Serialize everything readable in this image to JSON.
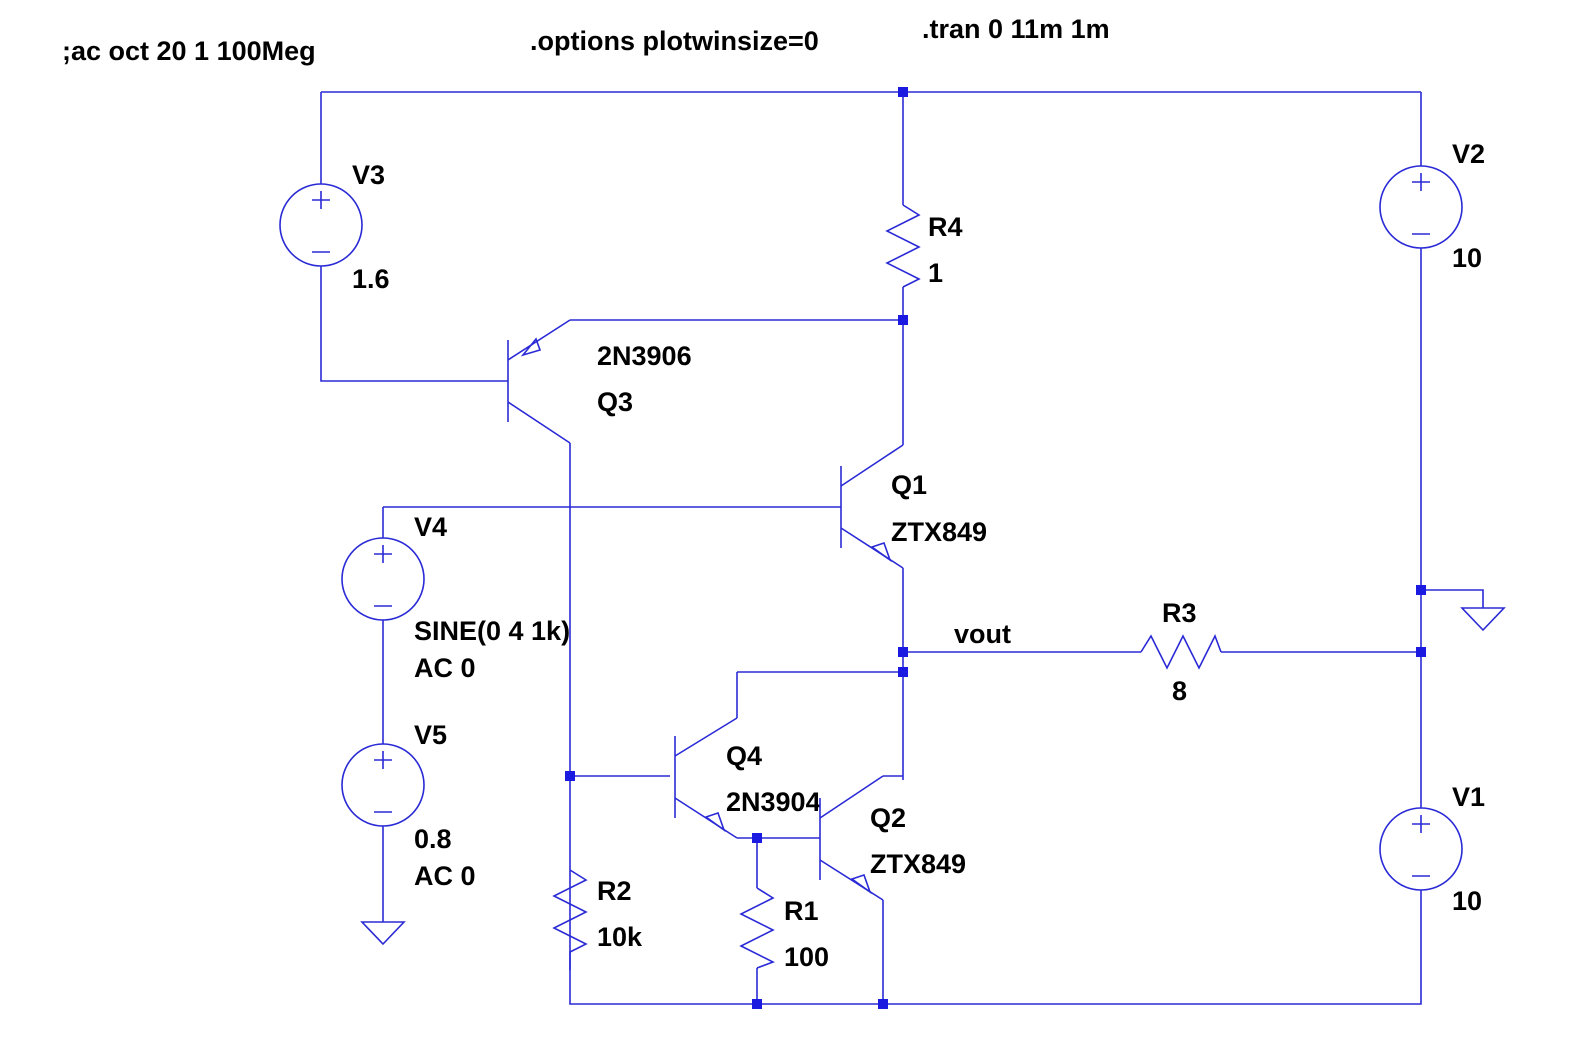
{
  "directives": {
    "ac": ";ac oct 20 1 100Meg",
    "options": ".options plotwinsize=0",
    "tran": ".tran 0 11m 1m"
  },
  "components": {
    "V3": {
      "name": "V3",
      "value": "1.6"
    },
    "V2": {
      "name": "V2",
      "value": "10"
    },
    "V1": {
      "name": "V1",
      "value": "10"
    },
    "V4": {
      "name": "V4",
      "value": "SINE(0 4 1k)",
      "ac": "AC 0"
    },
    "V5": {
      "name": "V5",
      "value": "0.8",
      "ac": "AC 0"
    },
    "R4": {
      "name": "R4",
      "value": "1"
    },
    "R3": {
      "name": "R3",
      "value": "8"
    },
    "R2": {
      "name": "R2",
      "value": "10k"
    },
    "R1": {
      "name": "R1",
      "value": "100"
    },
    "Q3": {
      "name": "Q3",
      "model": "2N3906"
    },
    "Q1": {
      "name": "Q1",
      "model": "ZTX849"
    },
    "Q2": {
      "name": "Q2",
      "model": "ZTX849"
    },
    "Q4": {
      "name": "Q4",
      "model": "2N3904"
    }
  },
  "nets": {
    "vout": "vout"
  },
  "symbols": {
    "plus": "+",
    "minus": "–"
  },
  "colors": {
    "wire": "#2a2ad6",
    "node": "#1a1ae0",
    "text": "#000000"
  }
}
